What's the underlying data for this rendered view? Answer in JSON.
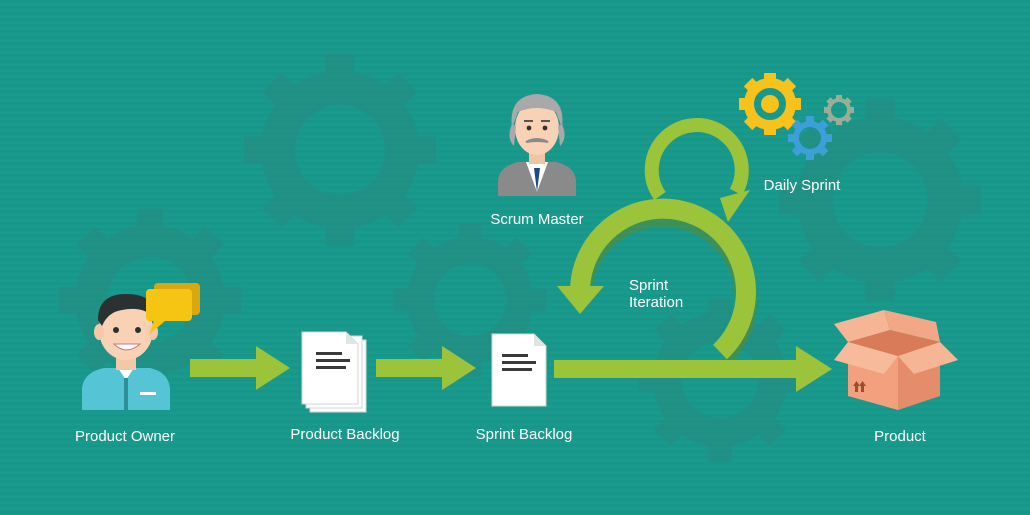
{
  "nodes": {
    "product_owner": "Product Owner",
    "product_backlog": "Product Backlog",
    "sprint_backlog": "Sprint Backlog",
    "scrum_master": "Scrum Master",
    "daily_sprint": "Daily Sprint",
    "sprint_iteration_line1": "Sprint",
    "sprint_iteration_line2": "Iteration",
    "product": "Product"
  },
  "colors": {
    "background": "#17978a",
    "arrow": "#9cc43b",
    "arrow_shadow": "#5f8a2a",
    "gear_yellow": "#f7c21b",
    "gear_blue": "#3c9fd8",
    "gear_grey": "#9aad96",
    "box": "#f2a07d",
    "shirt": "#55c5d6",
    "speech_bubble": "#f6c514",
    "suit": "#8a8a8a"
  }
}
